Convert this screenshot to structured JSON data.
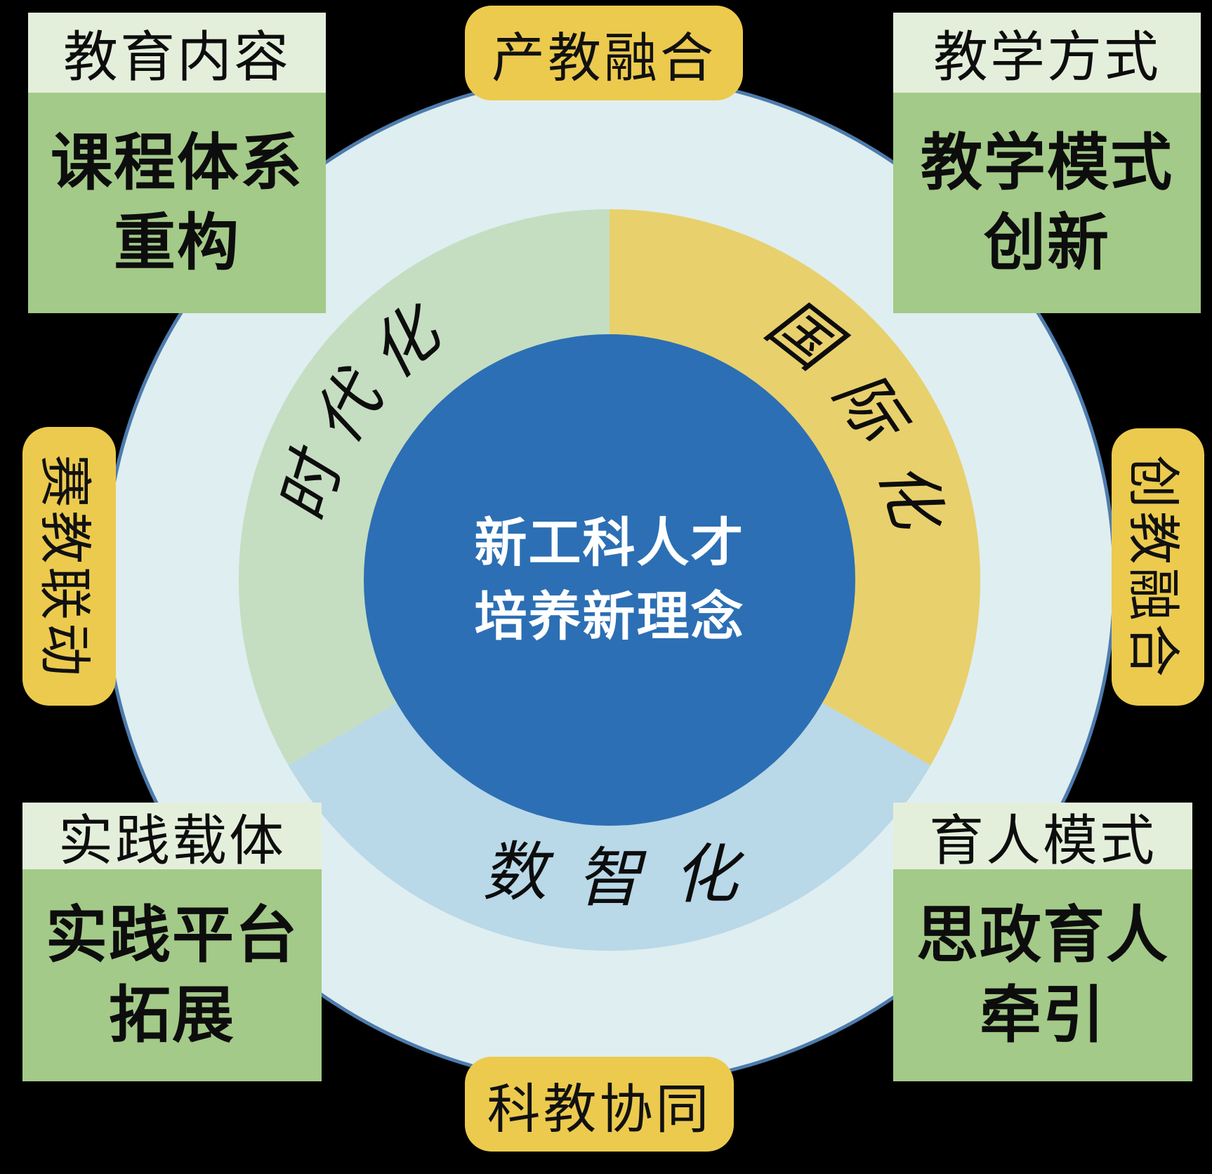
{
  "colors": {
    "background": "#000000",
    "outer_circle_fill": "#dfeef0",
    "outer_circle_border": "#4d7bad",
    "sector_green": "#c5dec1",
    "sector_yellow": "#e8d06d",
    "sector_blue": "#b9d8e8",
    "core_blue": "#2c6fb4",
    "box_header_bg": "#e4efdb",
    "box_body_bg": "#a3ca88",
    "pill_bg": "#ecca4e",
    "center_text": "#ffffff"
  },
  "center": {
    "line1": "新工科人才",
    "line2": "培养新理念"
  },
  "ring": {
    "segments": [
      {
        "name": "shidaihua",
        "label": "时代化",
        "chars": [
          "时",
          "代",
          "化"
        ]
      },
      {
        "name": "guojihua",
        "label": "国际化",
        "chars": [
          "国",
          "际",
          "化"
        ]
      },
      {
        "name": "shuzhihua",
        "label": "数智化",
        "chars": [
          "数",
          "智",
          "化"
        ]
      }
    ]
  },
  "pills": {
    "top": "产教融合",
    "right": "创教融合",
    "bottom": "科教协同",
    "left": "赛教联动"
  },
  "boxes": {
    "top_left": {
      "title": "教育内容",
      "body": "课程体系\n重构"
    },
    "top_right": {
      "title": "教学方式",
      "body": "教学模式\n创新"
    },
    "bottom_left": {
      "title": "实践载体",
      "body": "实践平台\n拓展"
    },
    "bottom_right": {
      "title": "育人模式",
      "body": "思政育人\n牵引"
    }
  }
}
